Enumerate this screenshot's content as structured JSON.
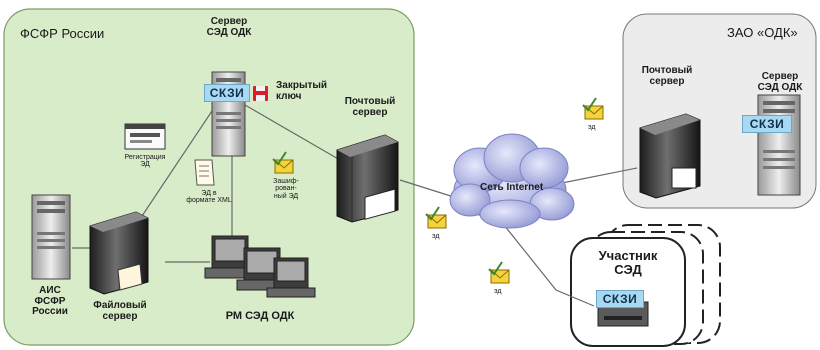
{
  "regions": {
    "fsfr": "ФСФР России",
    "odk": "ЗАО «ОДК»",
    "internet": "Сеть Internet",
    "participant": "Участник\nСЭД"
  },
  "nodes": {
    "sed_server": "Сервер\nСЭД ОДК",
    "closed_key": "Закрытый\nключ",
    "mail_server_fsfr": "Почтовый\nсервер",
    "registration": "Регистрация\nЭД",
    "xml_doc": "ЭД в\nформате XML",
    "encrypted_doc": "Зашиф-\nрован-\nный ЭД",
    "ais": "АИС\nФСФР\nРоссии",
    "file_server": "Файловый\nсервер",
    "workstations": "РМ СЭД ОДК",
    "mail_server_odk": "Почтовый\nсервер",
    "sed_server_odk": "Сервер\nСЭД ОДК"
  },
  "skzi": {
    "fsfr_server": "СКЗИ",
    "odk_server": "СКЗИ",
    "participant": "СКЗИ"
  },
  "messages": {
    "ed_top": "эд",
    "ed_mid": "эд",
    "ed_low": "эд"
  },
  "colors": {
    "region_fill": "#d9ecc9",
    "odk_fill": "#ececec",
    "cloud": "#b7bde6",
    "envelope": "#f4d33c",
    "check": "#3a8a2a"
  }
}
